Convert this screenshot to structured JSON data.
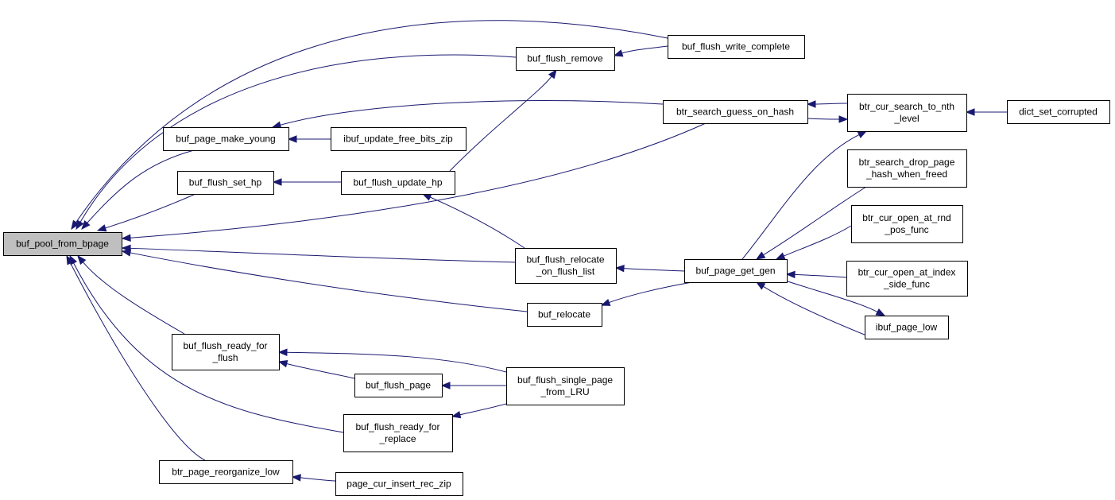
{
  "graph": {
    "nodes": [
      {
        "id": "root",
        "lines": [
          "buf_pool_from_bpage"
        ],
        "highlight": true
      },
      {
        "id": "fwc",
        "lines": [
          "buf_flush_write_complete"
        ]
      },
      {
        "id": "fr",
        "lines": [
          "buf_flush_remove"
        ]
      },
      {
        "id": "bsgh",
        "lines": [
          "btr_search_guess_on_hash"
        ]
      },
      {
        "id": "bcstn",
        "lines": [
          "btr_cur_search_to_nth",
          "_level"
        ]
      },
      {
        "id": "dsc",
        "lines": [
          "dict_set_corrupted"
        ]
      },
      {
        "id": "bpmy",
        "lines": [
          "buf_page_make_young"
        ]
      },
      {
        "id": "iufbz",
        "lines": [
          "ibuf_update_free_bits_zip"
        ]
      },
      {
        "id": "bfsh",
        "lines": [
          "buf_flush_set_hp"
        ]
      },
      {
        "id": "bfuh",
        "lines": [
          "buf_flush_update_hp"
        ]
      },
      {
        "id": "bsdp",
        "lines": [
          "btr_search_drop_page",
          "_hash_when_freed"
        ]
      },
      {
        "id": "bcorp",
        "lines": [
          "btr_cur_open_at_rnd",
          "_pos_func"
        ]
      },
      {
        "id": "bfrfl",
        "lines": [
          "buf_flush_relocate",
          "_on_flush_list"
        ]
      },
      {
        "id": "bpgg",
        "lines": [
          "buf_page_get_gen"
        ]
      },
      {
        "id": "bcois",
        "lines": [
          "btr_cur_open_at_index",
          "_side_func"
        ]
      },
      {
        "id": "br",
        "lines": [
          "buf_relocate"
        ]
      },
      {
        "id": "ipl",
        "lines": [
          "ibuf_page_low"
        ]
      },
      {
        "id": "bfrff",
        "lines": [
          "buf_flush_ready_for",
          "_flush"
        ]
      },
      {
        "id": "bfp",
        "lines": [
          "buf_flush_page"
        ]
      },
      {
        "id": "bfspl",
        "lines": [
          "buf_flush_single_page",
          "_from_LRU"
        ]
      },
      {
        "id": "bfrfr",
        "lines": [
          "buf_flush_ready_for",
          "_replace"
        ]
      },
      {
        "id": "bprl",
        "lines": [
          "btr_page_reorganize_low"
        ]
      },
      {
        "id": "pcirz",
        "lines": [
          "page_cur_insert_rec_zip"
        ]
      }
    ]
  }
}
